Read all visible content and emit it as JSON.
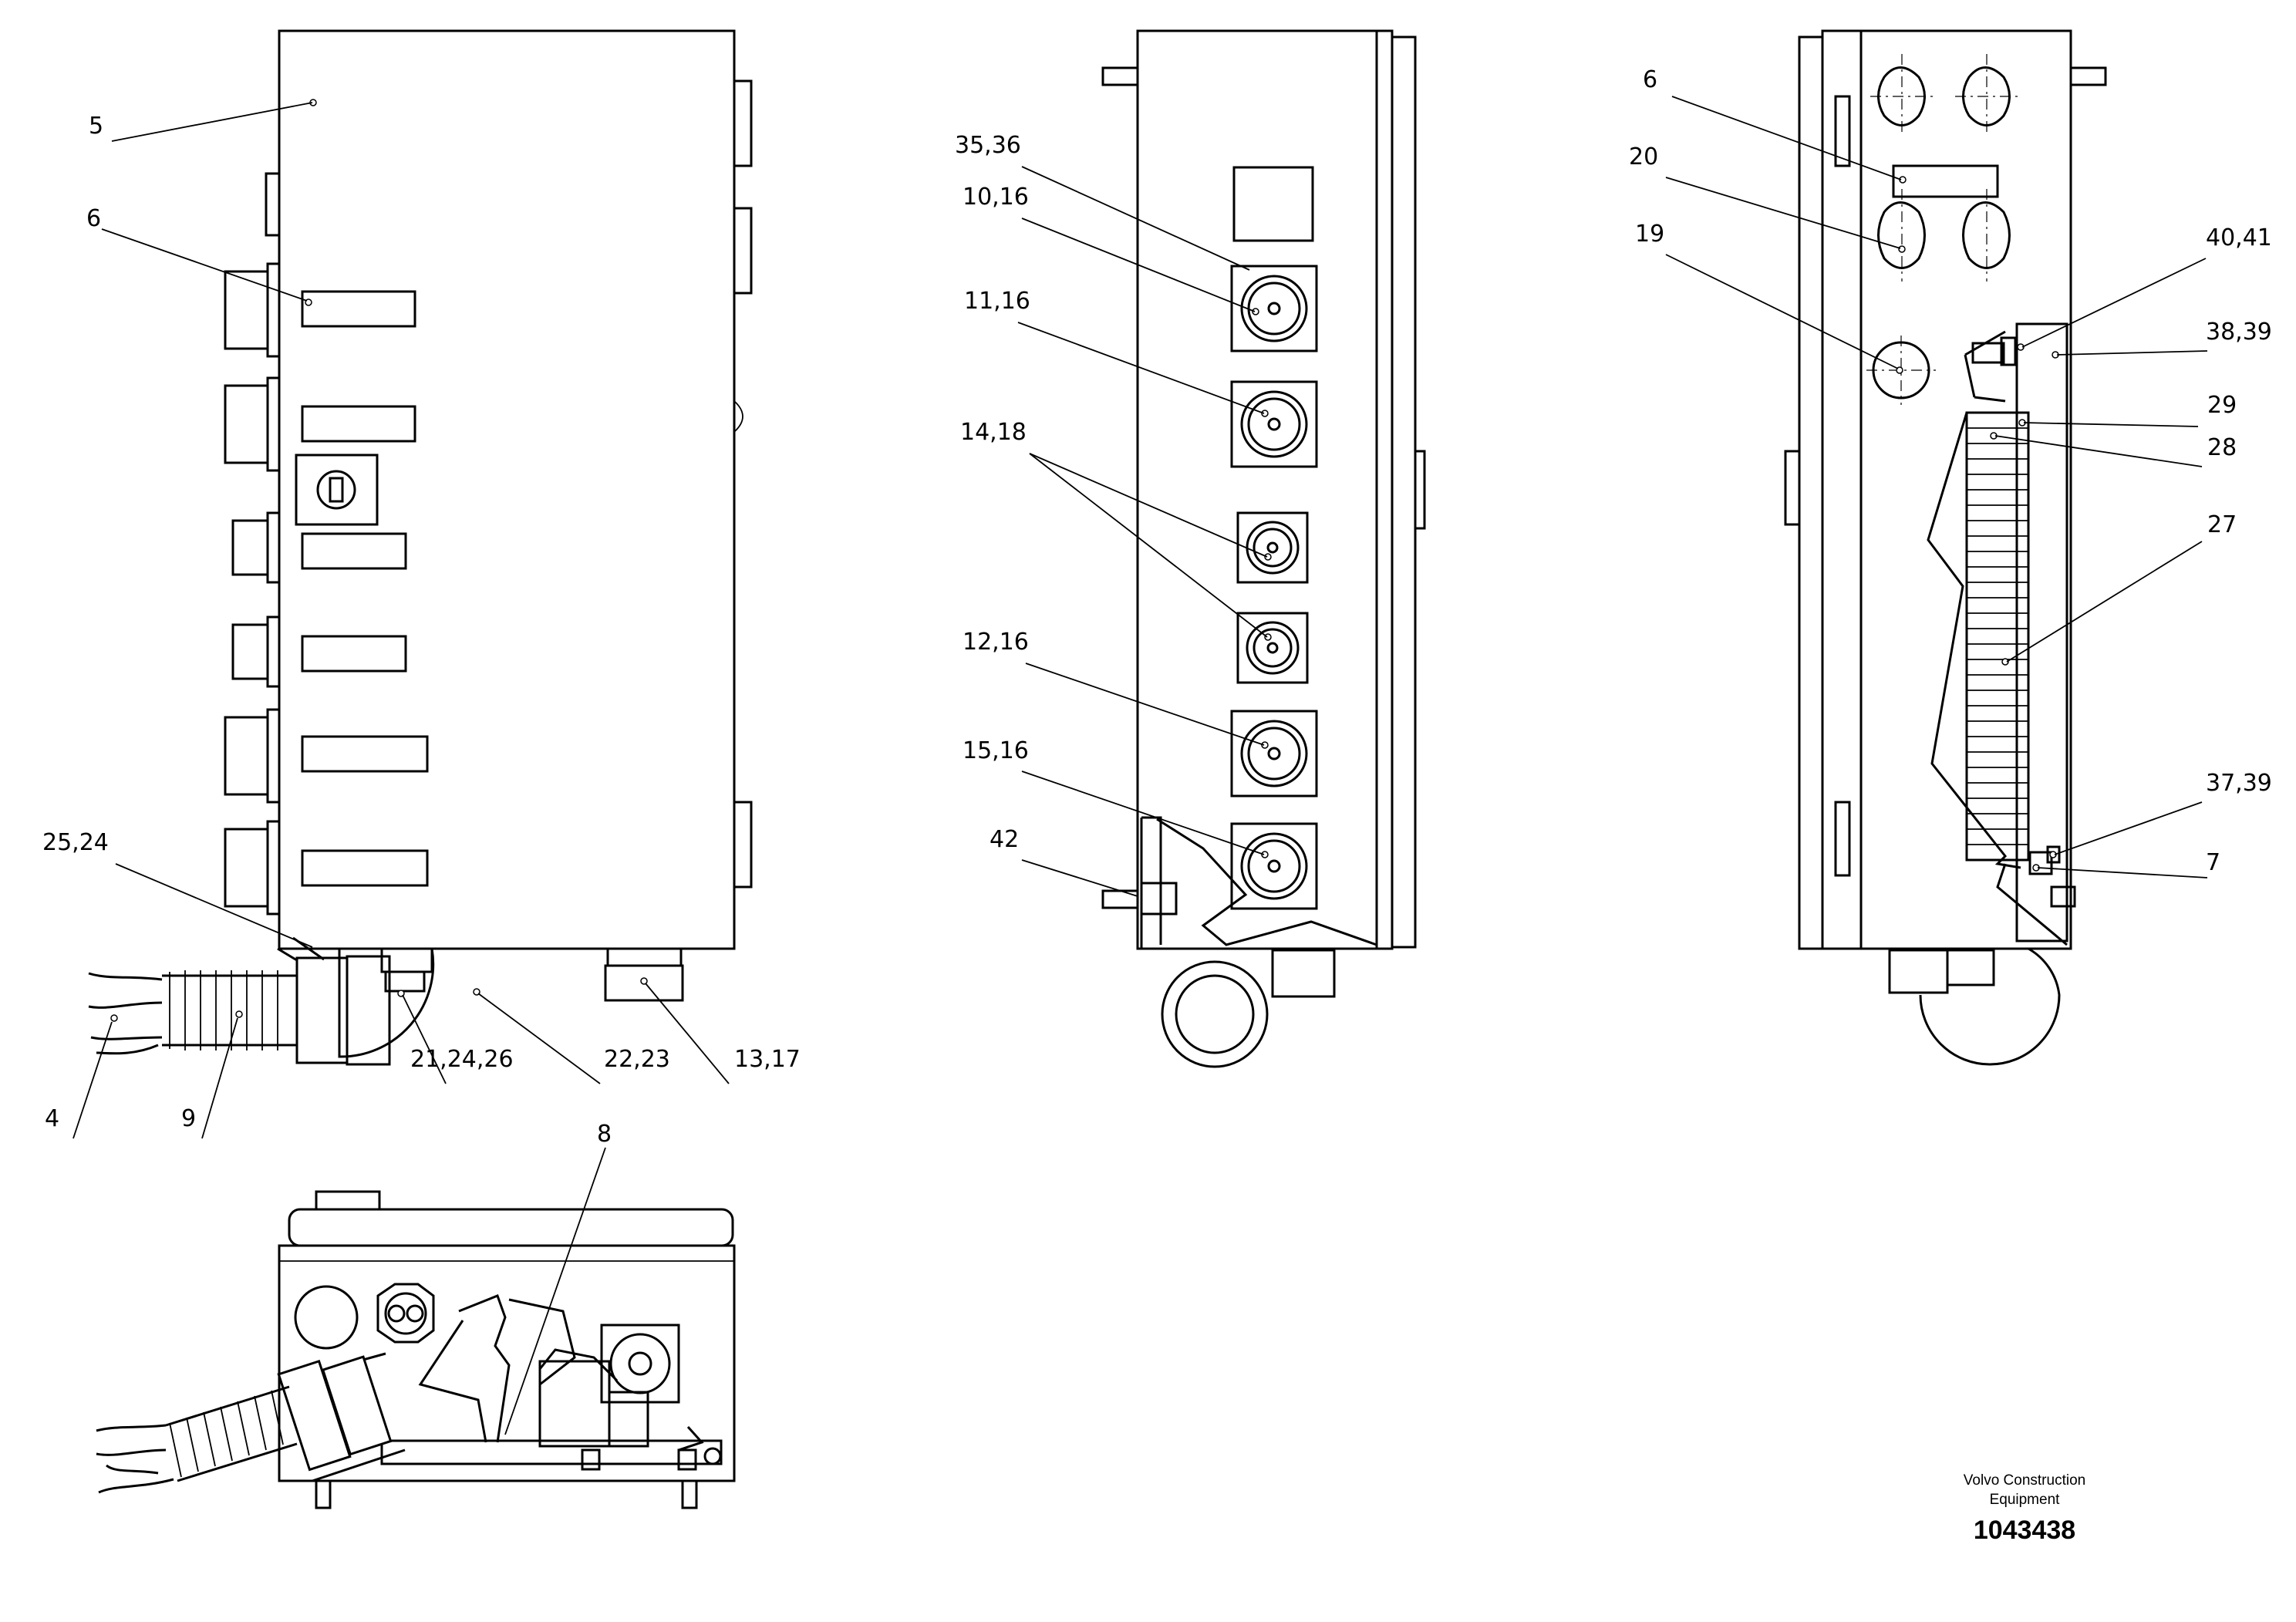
{
  "callouts": {
    "v1": [
      "5",
      "6",
      "25,24",
      "4",
      "9",
      "21,24,26",
      "22,23",
      "13,17"
    ],
    "v2": [
      "35,36",
      "10,16",
      "11,16",
      "14,18",
      "12,16",
      "15,16",
      "42"
    ],
    "v3": [
      "6",
      "20",
      "19",
      "40,41",
      "38,39",
      "29",
      "28",
      "27",
      "37,39",
      "7"
    ],
    "v4": [
      "8"
    ]
  },
  "brand": {
    "line1": "Volvo Construction",
    "line2": "Equipment"
  },
  "drawing_number": "1043438"
}
